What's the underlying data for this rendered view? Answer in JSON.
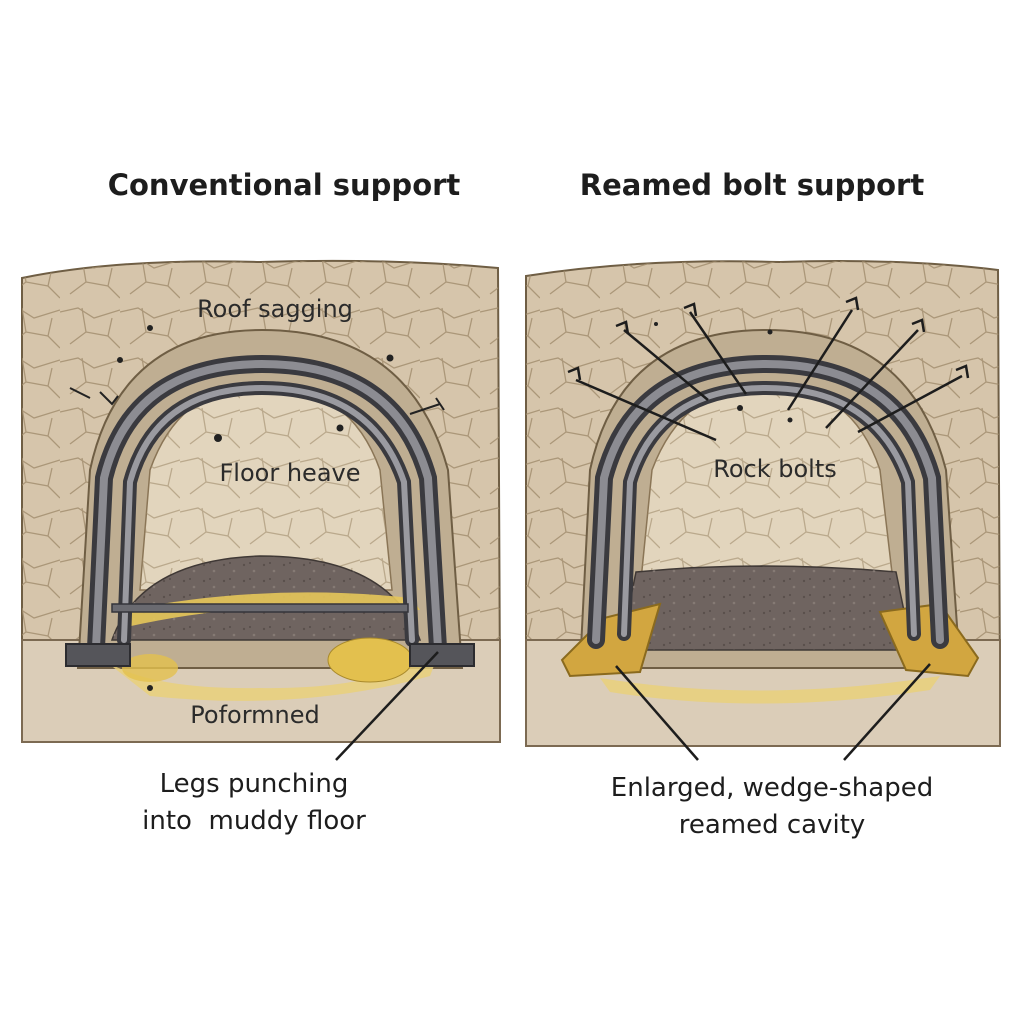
{
  "panels": {
    "left": {
      "title": "Conventional support",
      "labels": {
        "roof": "Roof sagging",
        "floor": "Floor heave",
        "bottom": "Poformned"
      },
      "caption": [
        "Legs punching",
        "into  muddy floor"
      ]
    },
    "right": {
      "title": "Reamed bolt support",
      "labels": {
        "center": "Rock bolts"
      },
      "caption": [
        "Enlarged, wedge-shaped",
        "reamed cavity"
      ]
    }
  },
  "colors": {
    "rock": "#d6c5ab",
    "rock_line": "#8a7556",
    "tunnel_back": "#e2d5bd",
    "floor": "#6f6460",
    "arch": "#4d4d52",
    "mud": "#e6c65a",
    "wedge": "#d2a640"
  }
}
